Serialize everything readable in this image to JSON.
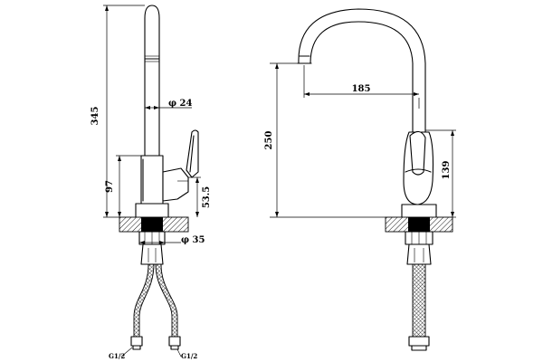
{
  "drawing": {
    "left_view": {
      "dim_total_height": "345",
      "dim_spout_diameter": "φ 24",
      "dim_body_height": "97",
      "dim_handle_height": "53.5",
      "dim_base_diameter": "φ 35",
      "thread_left": "G1/2",
      "thread_right": "G1/2"
    },
    "right_view": {
      "dim_spout_reach": "185",
      "dim_spout_height": "250",
      "dim_handle_top": "139"
    }
  }
}
